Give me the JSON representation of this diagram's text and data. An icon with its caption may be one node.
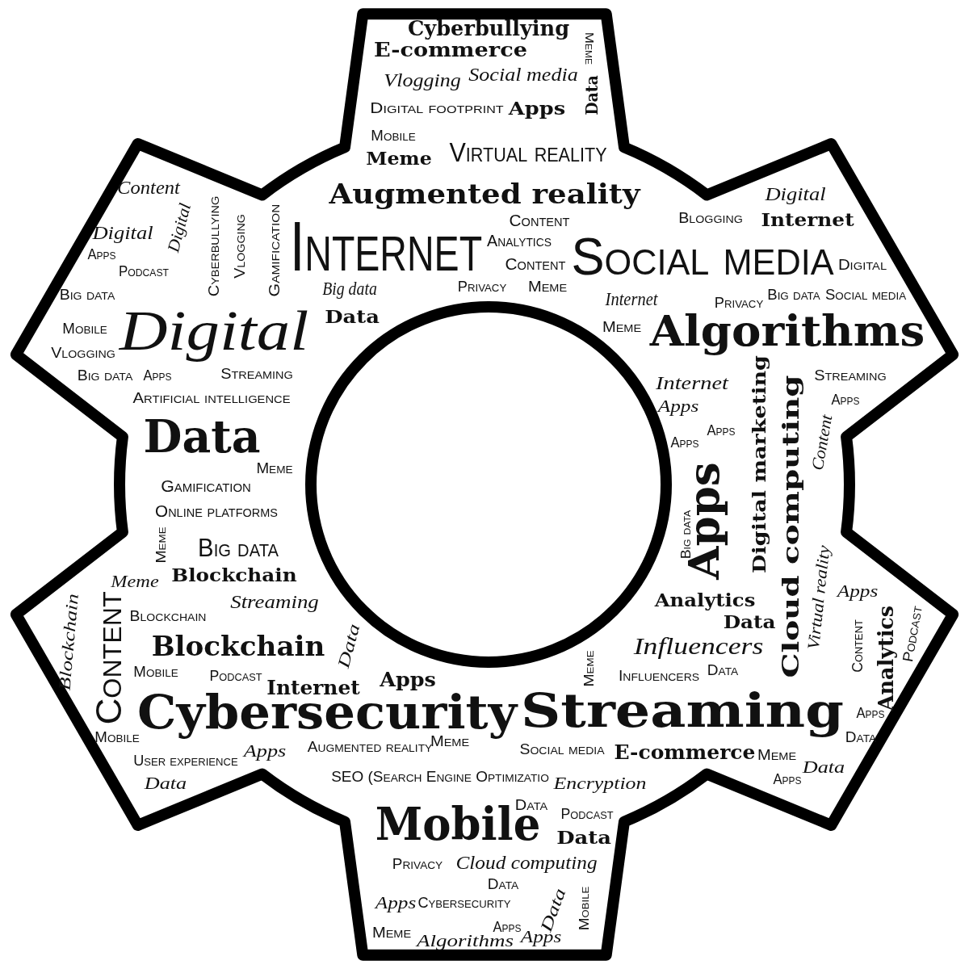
{
  "diagram": {
    "labels": [
      "Cyberbullying",
      "E-commerce",
      "Meme",
      "Vlogging",
      "Social media",
      "Data",
      "Digital footprint",
      "Apps",
      "Mobile",
      "Meme",
      "Virtual reality",
      "Augmented reality",
      "Content",
      "Digital",
      "Digital",
      "Apps",
      "Podcast",
      "Cyberbullying",
      "Vlogging",
      "Gamification",
      "Internet",
      "Content",
      "Analytics",
      "Content",
      "Social media",
      "Blogging",
      "Digital",
      "Internet",
      "Digital",
      "Big data",
      "Big data",
      "Privacy",
      "Meme",
      "Internet",
      "Privacy",
      "Big data",
      "Social media",
      "Data",
      "Mobile",
      "Digital",
      "Meme",
      "Algorithms",
      "Vlogging",
      "Big data",
      "Apps",
      "Streaming",
      "Artificial intelligence",
      "Internet",
      "Apps",
      "Digital marketing",
      "Cloud computing",
      "Streaming",
      "Apps",
      "Content",
      "Apps",
      "Apps",
      "Data",
      "Meme",
      "Gamification",
      "Online platforms",
      "Meme",
      "Big data",
      "Apps",
      "Big data",
      "Meme",
      "Blockchain",
      "Streaming",
      "Analytics",
      "Virtual reality",
      "Apps",
      "Blockchain",
      "Content",
      "Blockchain",
      "Blockchain",
      "Data",
      "Influencers",
      "Data",
      "Content",
      "Analytics",
      "Podcast",
      "Mobile",
      "Podcast",
      "Meme",
      "Influencers",
      "Data",
      "Internet",
      "Apps",
      "Cybersecurity",
      "Streaming",
      "Mobile",
      "Apps",
      "Data",
      "Apps",
      "Augmented reality",
      "Meme",
      "Social media",
      "E-commerce",
      "Meme",
      "Data",
      "User experience",
      "Data",
      "SEO (Search Engine Optimizatio",
      "Encryption",
      "Apps",
      "Data",
      "Podcast",
      "Mobile",
      "Data",
      "Privacy",
      "Cloud computing",
      "Data",
      "Apps",
      "Cybersecurity",
      "Data",
      "Mobile",
      "Apps",
      "Meme",
      "Algorithms",
      "Apps"
    ]
  }
}
